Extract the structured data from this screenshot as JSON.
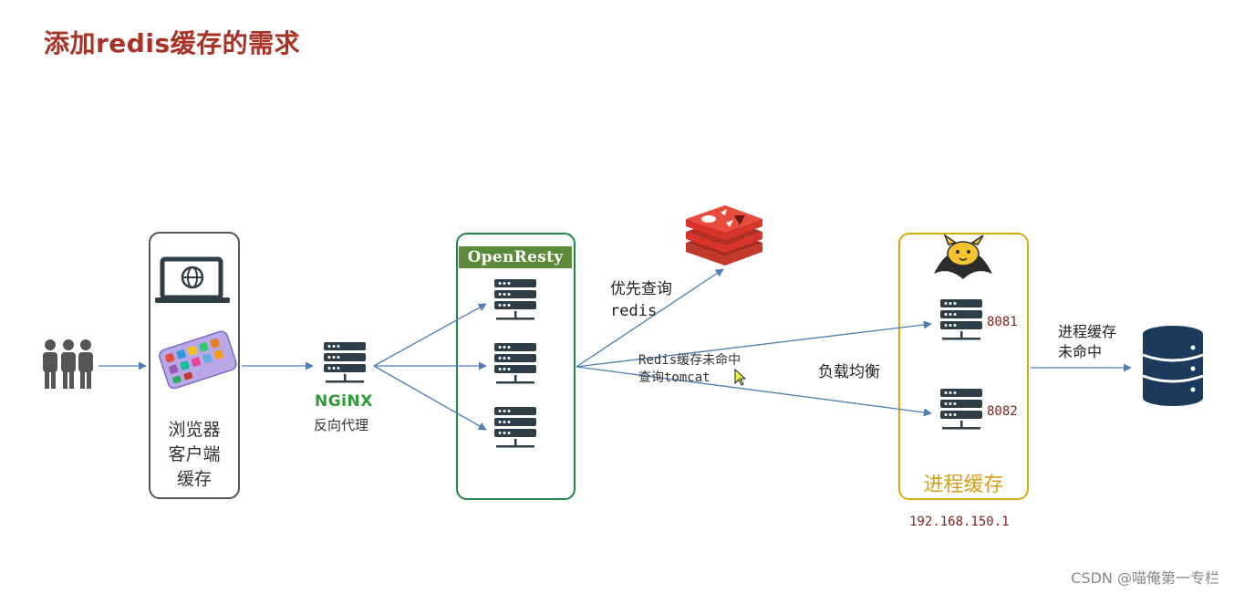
{
  "title": "添加redis缓存的需求",
  "browser": {
    "lines": [
      "浏览器",
      "客户端",
      "缓存"
    ]
  },
  "nginx": {
    "logo": "NGiNX",
    "subtitle": "反向代理"
  },
  "openresty": {
    "label": "OpenResty"
  },
  "redis_edge": {
    "line1": "优先查询",
    "line2": "redis"
  },
  "miss_edge": {
    "line1": "Redis缓存未命中",
    "line2": "查询tomcat"
  },
  "load_balance": "负载均衡",
  "tomcat": {
    "ports": [
      "8081",
      "8082"
    ],
    "cache_title": "进程缓存",
    "ip": "192.168.150.1"
  },
  "db_edge": {
    "line1": "进程缓存",
    "line2": "未命中"
  },
  "watermark": "CSDN @喵俺第一专栏",
  "colors": {
    "title": "#a93226",
    "openresty": "#1e8449",
    "tomcat": "#d4ac0d",
    "redis": "#d9342b",
    "db": "#1b3a5c",
    "arrow": "#4f7db5",
    "server": "#2f3e46"
  },
  "icons": [
    "users-icon",
    "laptop-globe-icon",
    "phone-icon",
    "server-icon",
    "redis-icon",
    "tomcat-icon",
    "database-icon",
    "cursor-icon"
  ]
}
